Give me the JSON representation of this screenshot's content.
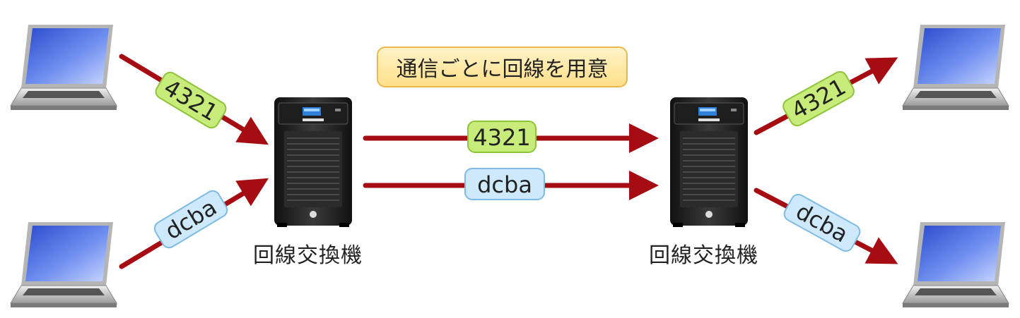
{
  "note": "通信ごとに回線を用意",
  "switch_left_label": "回線交換機",
  "switch_right_label": "回線交換機",
  "packet_a": "4321",
  "packet_b": "dcba",
  "colors": {
    "arrow": "#a50d12",
    "green_fill": "#c8ec7a",
    "green_border": "#8fc43a",
    "blue_fill": "#cde9fb",
    "blue_border": "#7fbbe3",
    "note_border": "#e8b84a"
  },
  "icons": [
    "laptop-icon",
    "server-icon"
  ]
}
